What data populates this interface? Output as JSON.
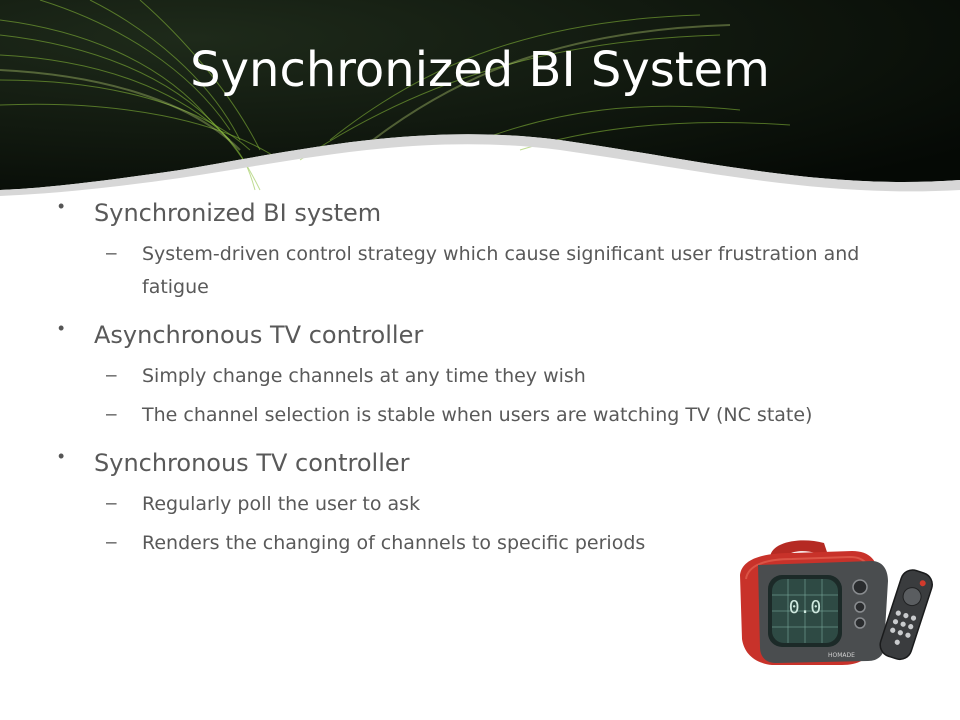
{
  "slide": {
    "title": "Synchronized BI System",
    "items": [
      {
        "text": "Synchronized BI system",
        "sub": [
          {
            "text": "System-driven control strategy which cause significant user frustration and fatigue"
          }
        ]
      },
      {
        "text": "Asynchronous TV controller",
        "sub": [
          {
            "text": "Simply change channels at any time they wish"
          },
          {
            "text": "The channel selection is stable when users are watching TV (NC state)"
          }
        ]
      },
      {
        "text": "Synchronous TV controller",
        "sub": [
          {
            "text": "Regularly poll the user to ask"
          },
          {
            "text": "Renders the changing of channels to specific periods"
          }
        ]
      }
    ],
    "bullet_glyph": "•",
    "dash_glyph": "–"
  },
  "illustration": {
    "tv_screen_text": "0.0",
    "tv_brand": "HOMADE"
  },
  "colors": {
    "header_dark": "#0c140c",
    "header_accent": "#7fae3a",
    "title_text": "#ffffff",
    "body_text": "#595959",
    "tv_red": "#c8322a"
  }
}
